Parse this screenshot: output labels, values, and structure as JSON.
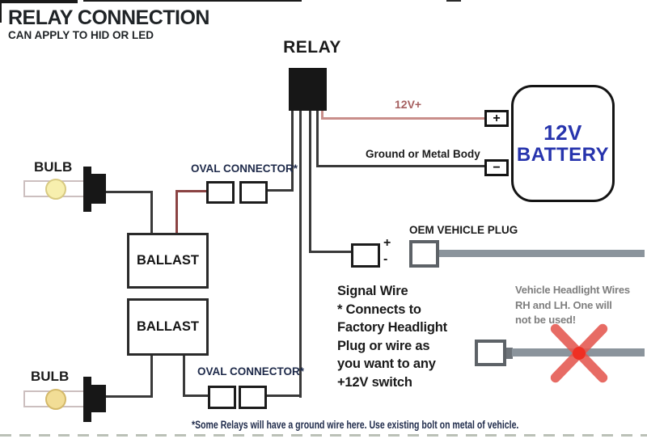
{
  "header": {
    "title": "RELAY CONNECTION",
    "subtitle": "CAN APPLY TO HID OR LED"
  },
  "relay": {
    "label": "RELAY"
  },
  "battery": {
    "name_line1": "12V",
    "name_line2": "BATTERY",
    "plus_symbol": "+",
    "minus_symbol": "−",
    "positive_wire_label": "12V+",
    "ground_wire_label": "Ground or Metal Body"
  },
  "bulb_top": {
    "label": "BULB"
  },
  "bulb_bottom": {
    "label": "BULB"
  },
  "ballast_top": {
    "label": "BALLAST"
  },
  "ballast_bottom": {
    "label": "BALLAST"
  },
  "connector_top": {
    "label": "OVAL CONNECTOR*"
  },
  "connector_bottom": {
    "label": "OVAL CONNECTOR*"
  },
  "signal_plug": {
    "plus": "+",
    "minus": "-"
  },
  "signal_note": {
    "lines": [
      "Signal Wire",
      "* Connects to",
      "Factory Headlight",
      "Plug or wire as",
      "you want to any",
      "+12V switch"
    ]
  },
  "oem": {
    "label": "OEM VEHICLE PLUG"
  },
  "headlight_note": {
    "lines": [
      "Vehicle Headlight Wires",
      "RH and LH. One will",
      "not be used!"
    ]
  },
  "footnote": "*Some Relays will have a ground wire here. Use existing bolt on metal of vehicle.",
  "colors": {
    "battery_text": "#2734ad",
    "positive_wire": "#c98e8a",
    "positive_label": "#a66060",
    "connector_wire": "#8b4343",
    "navy_text": "#1e2a4a",
    "gray_text": "#7e7e7e",
    "gray_wire": "#8b949c",
    "red_x": "#e4574e",
    "bulb_glow": "#f6edaa"
  }
}
